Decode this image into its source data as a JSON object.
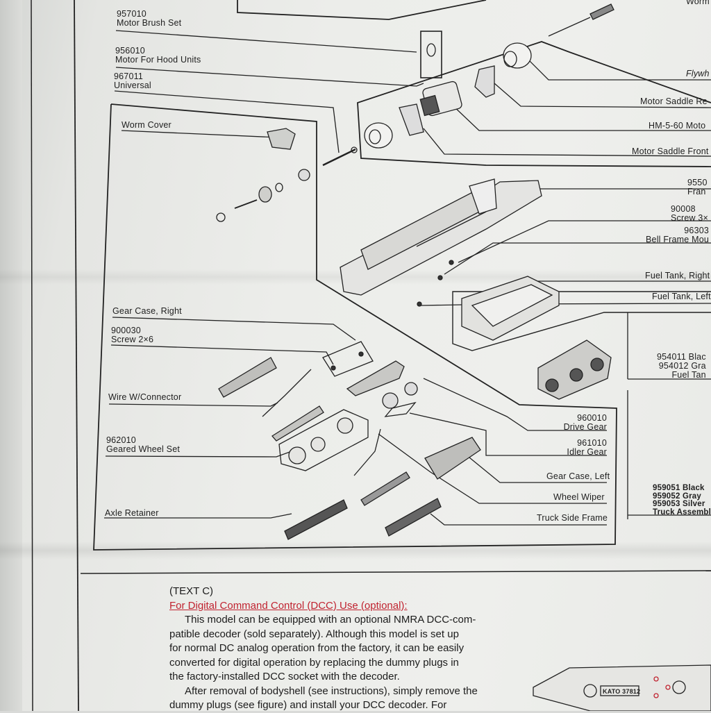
{
  "top_labels": {
    "motor_brush_num": "957010",
    "motor_brush_name": "Motor Brush Set",
    "motor_hood_num": "956010",
    "motor_hood_name": "Motor For Hood Units",
    "universal_num": "967011",
    "universal_name": "Universal",
    "worm_partial": "Worm"
  },
  "left_labels": {
    "worm_cover": "Worm Cover",
    "gear_case_right": "Gear Case, Right",
    "screw_num": "900030",
    "screw_name": "Screw 2×6",
    "wire_connector": "Wire W/Connector",
    "wheel_set_num": "962010",
    "wheel_set_name": "Geared Wheel Set",
    "axle_retainer": "Axle Retainer"
  },
  "right_labels": {
    "flywheel": "Flywh",
    "motor_saddle_rear": "Motor Saddle Re",
    "motor": "HM-5-60 Moto",
    "motor_saddle_front": "Motor Saddle Front",
    "frame_num": "9550",
    "frame_name": "Fran",
    "screw3_num": "90008",
    "screw3_name": "Screw 3×",
    "bell_num": "96303",
    "bell_name": "Bell Frame Mou",
    "fuel_right": "Fuel Tank, Right",
    "fuel_left": "Fuel Tank, Left",
    "fuel_black": "954011 Blac",
    "fuel_gray": "954012 Gra",
    "fuel_tan": "Fuel Tan",
    "drive_num": "960010",
    "drive_name": "Drive Gear",
    "idler_num": "961010",
    "idler_name": "Idler Gear",
    "gear_case_left": "Gear Case, Left",
    "wheel_wiper": "Wheel Wiper",
    "truck_side": "Truck Side Frame",
    "truck_black": "959051 Black",
    "truck_gray": "959052 Gray",
    "truck_silver": "959053 Silver",
    "truck_assembly": "Truck Assembly"
  },
  "text_c": {
    "heading": "(TEXT C)",
    "subheading": "For Digital Command Control (DCC) Use (optional):",
    "para1_lines": [
      "This model can be equipped with an optional NMRA DCC-com-",
      "patible decoder (sold separately). Although this model is set up",
      "for normal DC analog operation from the factory, it can be easily",
      "converted for digital operation by replacing the dummy plugs in",
      "the factory-installed DCC socket with the decoder."
    ],
    "para2_lines": [
      "After removal of bodyshell (see instructions), simply remove the",
      "dummy plugs (see figure) and install your DCC decoder. For"
    ]
  },
  "pcb_label": "KATO 37812",
  "colors": {
    "ink": "#1e1e1e",
    "dcc_red": "#c0222f",
    "paper": "#ecedea"
  }
}
